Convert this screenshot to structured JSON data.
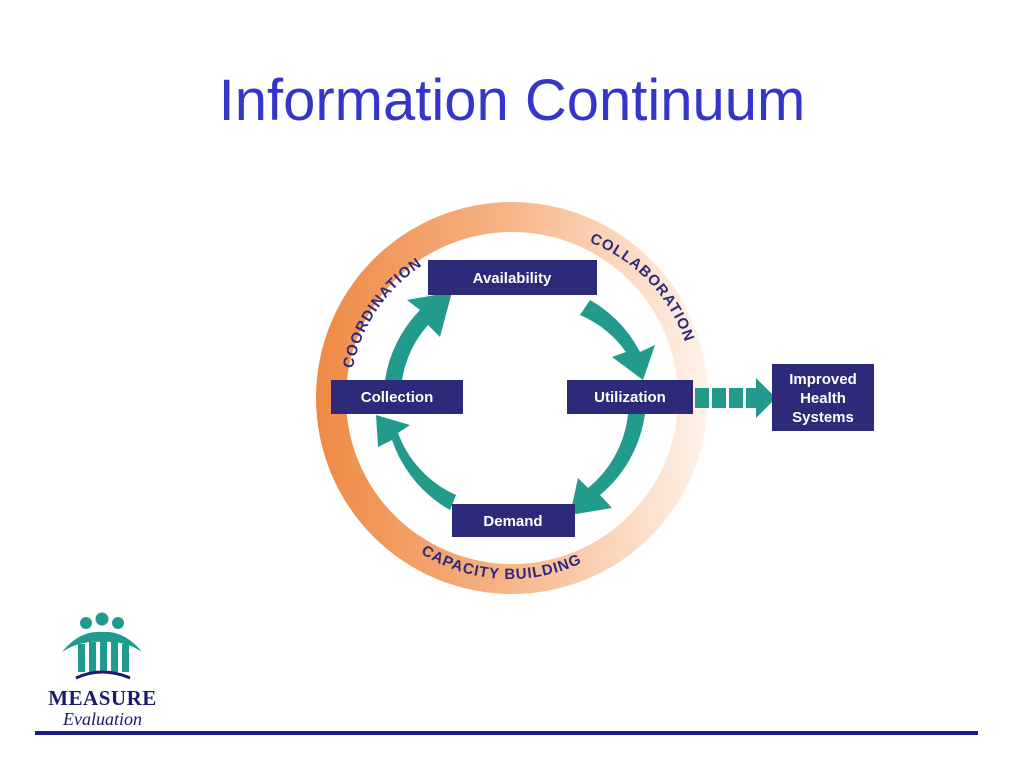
{
  "title": "Information Continuum",
  "diagram": {
    "nodes": {
      "availability": "Availability",
      "utilization": "Utilization",
      "demand": "Demand",
      "collection": "Collection"
    },
    "ring_labels": {
      "coordination": "COORDINATION",
      "collaboration": "COLLABORATION",
      "capacity_building": "CAPACITY BUILDING"
    },
    "outcome": {
      "line1": "Improved",
      "line2": "Health",
      "line3": "Systems"
    },
    "colors": {
      "ring_dark": "#ef8c46",
      "ring_light": "#fde9da",
      "arrow": "#229a8c",
      "box": "#2e2a7a"
    }
  },
  "logo": {
    "name": "MEASURE",
    "subtitle": "Evaluation"
  }
}
